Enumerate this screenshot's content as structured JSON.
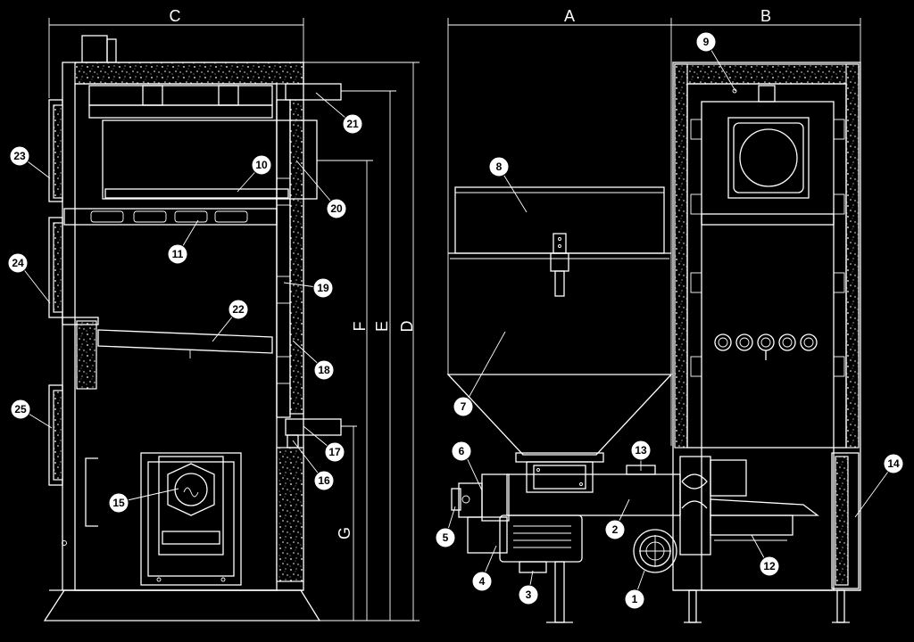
{
  "dimensions": {
    "A": "A",
    "B": "B",
    "C": "C",
    "D": "D",
    "E": "E",
    "F": "F",
    "G": "G"
  },
  "callouts": [
    "1",
    "2",
    "3",
    "4",
    "5",
    "6",
    "7",
    "8",
    "9",
    "10",
    "11",
    "12",
    "13",
    "14",
    "15",
    "16",
    "17",
    "18",
    "19",
    "20",
    "21",
    "22",
    "23",
    "24",
    "25"
  ],
  "colors": {
    "background": "#000000",
    "lines": "#ffffff",
    "insulation": "speckled-white"
  }
}
